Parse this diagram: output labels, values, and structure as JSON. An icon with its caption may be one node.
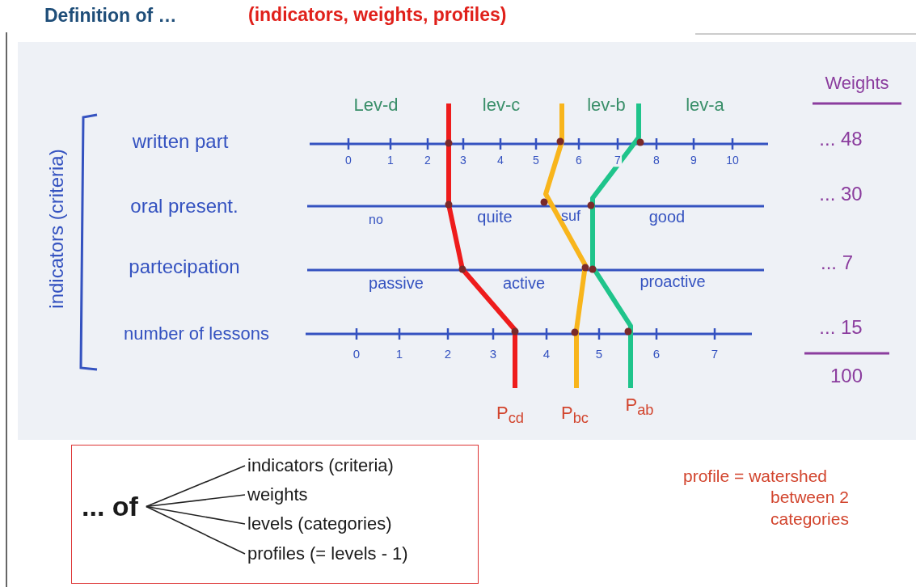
{
  "diagram": {
    "title": "Definition of …",
    "nodes": [
      {
        "text": [],
        "shape": "box"
      },
      {
        "text": [
          "... of"
        ],
        "in": 0
      },
      {
        "text": [
          "indicators (criteria)"
        ],
        "in": 0
      },
      {
        "text": [
          "weights"
        ],
        "in": 0
      },
      {
        "text": [
          "levels (categories)"
        ],
        "in": 0
      },
      {
        "text": [
          "profiles (= levels - 1)"
        ],
        "in": 0
      }
    ],
    "edges": [
      {
        "from": 1,
        "to": 2,
        "arrow": "none"
      },
      {
        "from": 1,
        "to": 3,
        "arrow": "none"
      },
      {
        "from": 1,
        "to": 4,
        "arrow": "none"
      },
      {
        "from": 1,
        "to": 5,
        "arrow": "none"
      }
    ],
    "labels": [
      "(indicators, weights,  profiles)",
      "indicators (criteria)",
      "written part",
      "oral present.",
      "partecipation",
      "number of lessons",
      "Lev-d",
      "lev-c",
      "lev-b",
      "lev-a",
      "Weights",
      "0",
      "1",
      "2",
      "3",
      "4",
      "5",
      "6",
      "7",
      "8",
      "9",
      "10",
      "... 48",
      "no",
      "quite",
      "suf",
      "good",
      "... 30",
      "passive",
      "active",
      "proactive",
      "... 7",
      "0",
      "1",
      "2",
      "3",
      "4",
      "5",
      "6",
      "7",
      "... 15",
      "100",
      "P$_{cd}$",
      "P$_{bc}$",
      "P$_{ab}$",
      "profile = watershed between 2 categories"
    ]
  }
}
